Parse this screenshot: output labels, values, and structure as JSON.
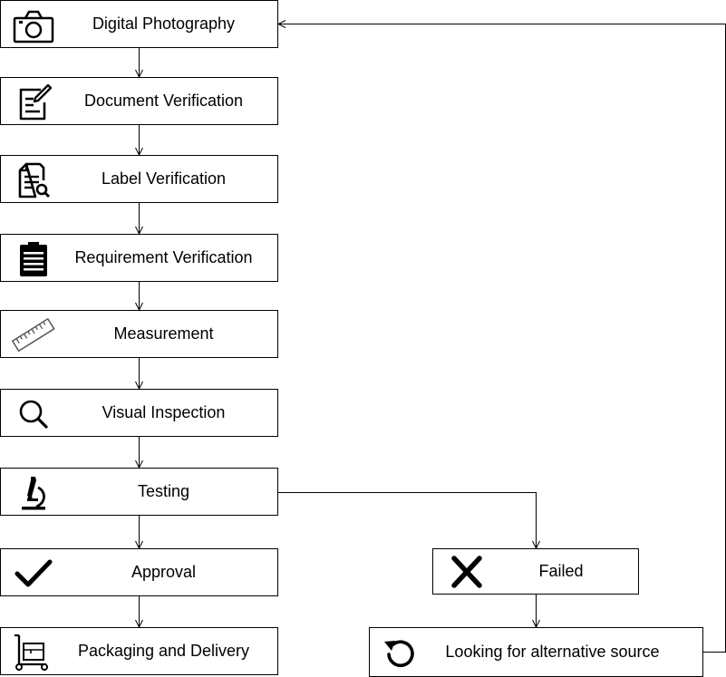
{
  "flowchart": {
    "steps": [
      {
        "label": "Digital Photography",
        "icon": "camera-icon"
      },
      {
        "label": "Document Verification",
        "icon": "edit-document-icon"
      },
      {
        "label": "Label Verification",
        "icon": "document-search-icon"
      },
      {
        "label": "Requirement Verification",
        "icon": "clipboard-icon"
      },
      {
        "label": "Measurement",
        "icon": "ruler-icon"
      },
      {
        "label": "Visual Inspection",
        "icon": "magnifier-icon"
      },
      {
        "label": "Testing",
        "icon": "microscope-icon"
      },
      {
        "label": "Approval",
        "icon": "checkmark-icon"
      },
      {
        "label": "Packaging and Delivery",
        "icon": "hand-truck-icon"
      }
    ],
    "failure_branch": {
      "failed": {
        "label": "Failed",
        "icon": "x-mark-icon"
      },
      "alternative": {
        "label": "Looking for alternative source",
        "icon": "undo-icon"
      }
    }
  },
  "colors": {
    "stroke": "#000000",
    "background": "#ffffff"
  }
}
